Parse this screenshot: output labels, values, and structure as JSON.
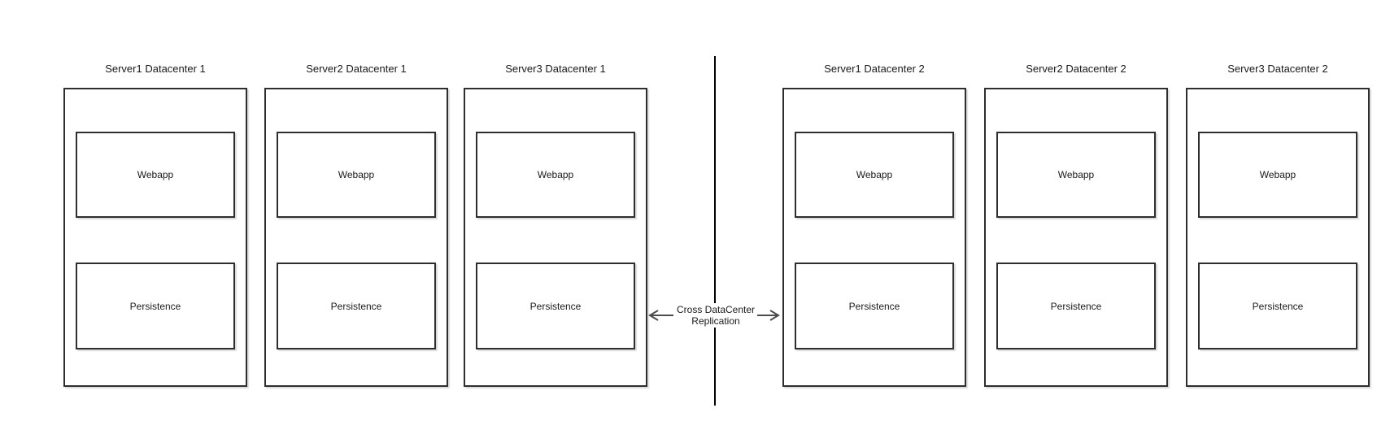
{
  "diagram": {
    "type": "architecture-diagram",
    "colors": {
      "background": "#ffffff",
      "box_border": "#2e2e2e",
      "divider_line": "#000000",
      "arrow": "#4d4d4d",
      "text": "#1a1a1a"
    },
    "replication": {
      "label_line1": "Cross DataCenter",
      "label_line2": "Replication",
      "left_arrow_icon": "arrow-left",
      "right_arrow_icon": "arrow-right"
    },
    "datacenters": [
      {
        "servers": [
          {
            "title": "Server1 Datacenter 1",
            "components": [
              "Webapp",
              "Persistence"
            ]
          },
          {
            "title": "Server2 Datacenter 1",
            "components": [
              "Webapp",
              "Persistence"
            ]
          },
          {
            "title": "Server3 Datacenter 1",
            "components": [
              "Webapp",
              "Persistence"
            ]
          }
        ]
      },
      {
        "servers": [
          {
            "title": "Server1 Datacenter 2",
            "components": [
              "Webapp",
              "Persistence"
            ]
          },
          {
            "title": "Server2 Datacenter 2",
            "components": [
              "Webapp",
              "Persistence"
            ]
          },
          {
            "title": "Server3 Datacenter 2",
            "components": [
              "Webapp",
              "Persistence"
            ]
          }
        ]
      }
    ]
  }
}
